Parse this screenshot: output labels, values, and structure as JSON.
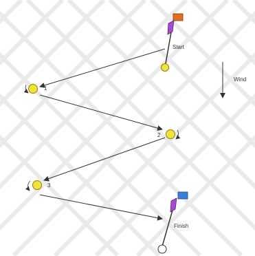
{
  "labels": {
    "start": "Start",
    "finish": "Finish",
    "wind": "Wind",
    "mark1": "1",
    "mark2": "2",
    "mark3": "3"
  },
  "colors": {
    "grid": "#e6e6e6",
    "mark_fill": "#f3e23a",
    "mark_stroke": "#8a7d10",
    "start_flag": "#e07020",
    "finish_flag": "#3a7fd8",
    "committee_boat": "#a64bd0",
    "course_line": "#333333",
    "pin_finish": "#ffffff"
  },
  "icons": {
    "start_flag": "orange-flag-icon",
    "finish_flag": "blue-flag-icon",
    "wind_arrow": "down-arrow-icon",
    "mark": "yellow-buoy-icon"
  }
}
